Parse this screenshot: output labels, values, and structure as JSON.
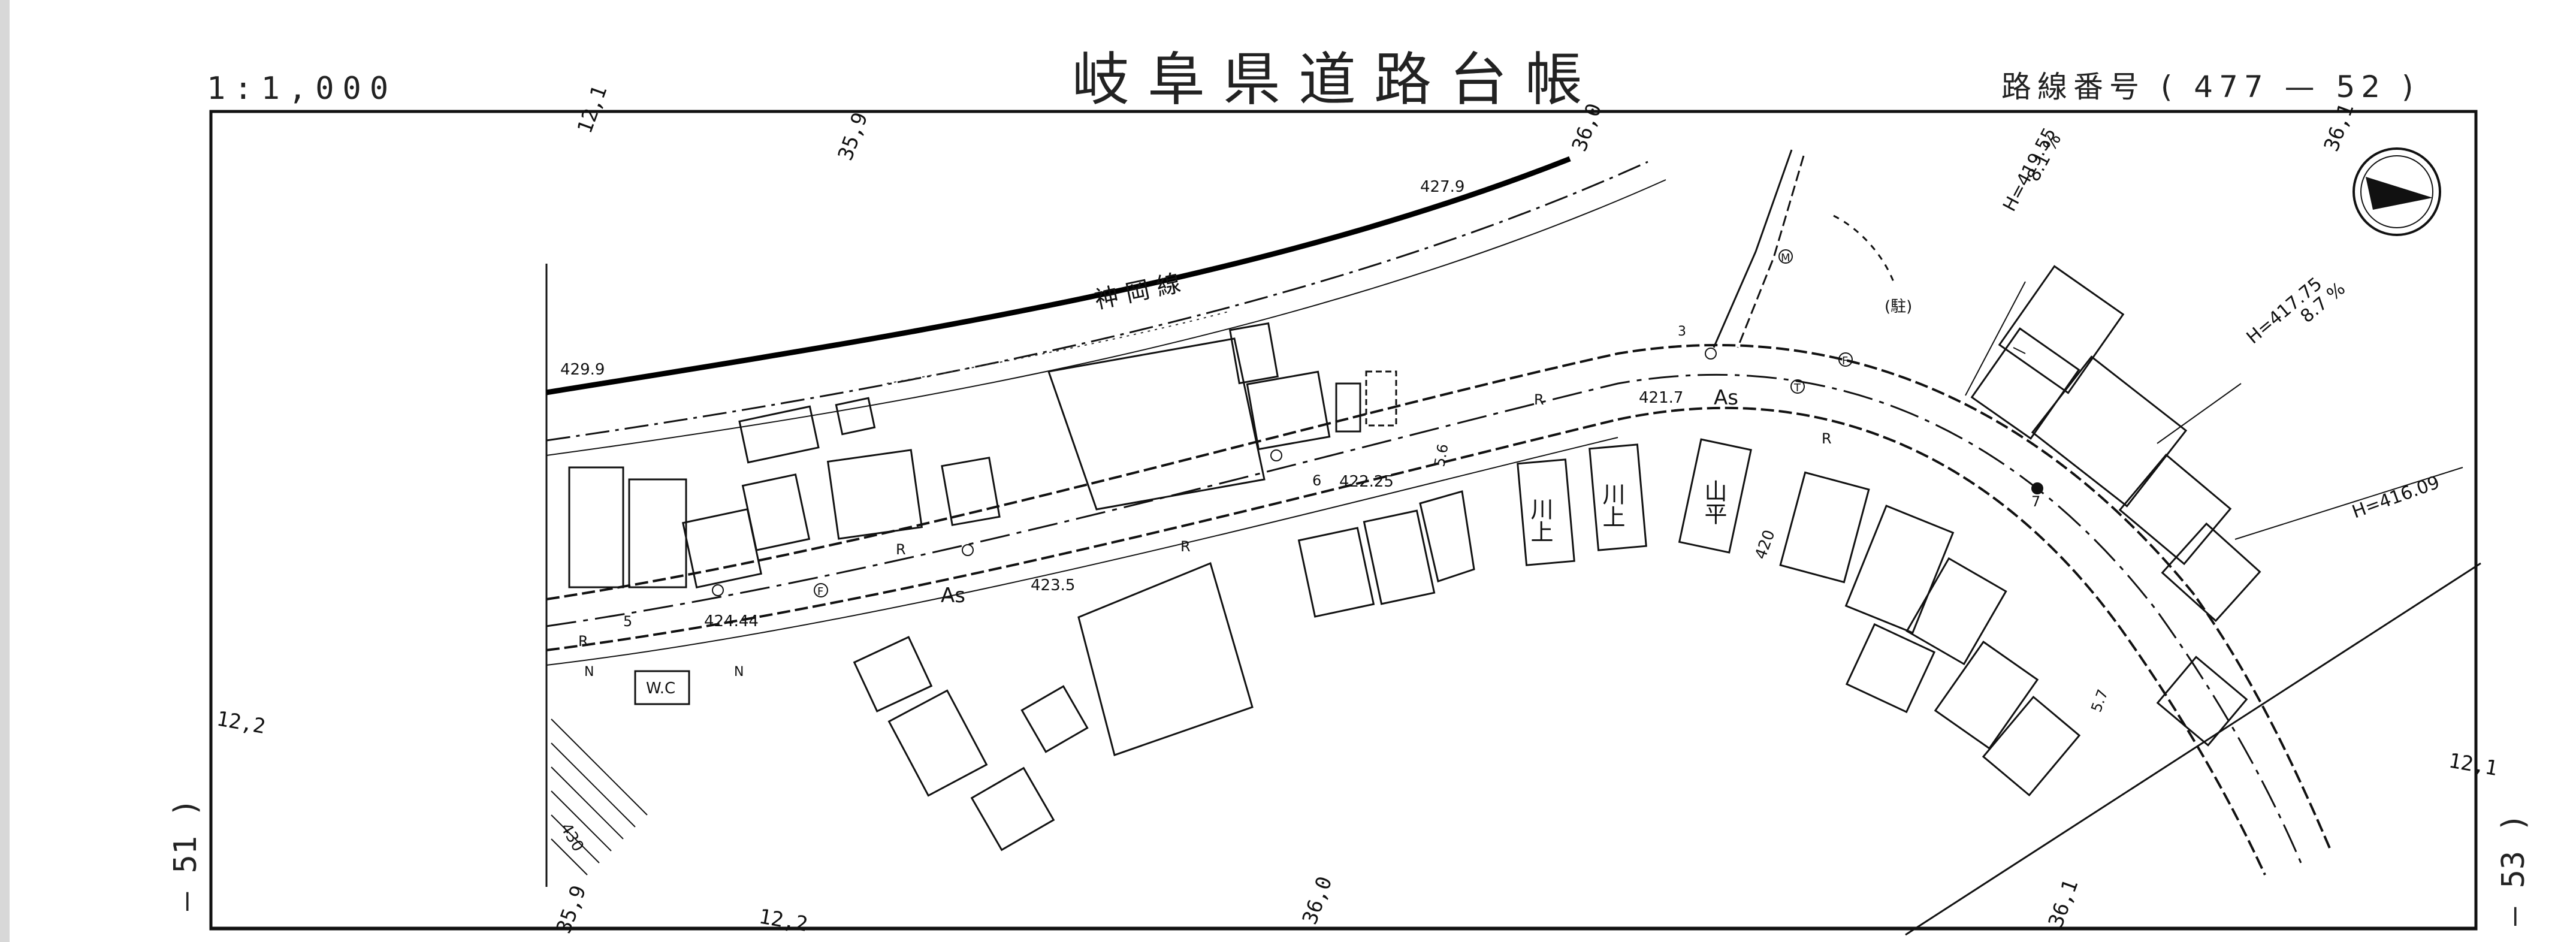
{
  "header": {
    "title": "岐阜県道路台帳",
    "scale": "1:1,000",
    "route_label": "路線番号",
    "route_number": "( 477 — 52 )"
  },
  "adjacent_sheets": {
    "left": "— 51 )",
    "right": "— 53 )"
  },
  "map": {
    "railway_label": "神 岡 線",
    "grid_ticks_top": [
      "12,1",
      "35,9",
      "36,0",
      "36,1"
    ],
    "grid_ticks_bottom": [
      "35,9",
      "12,2",
      "36,0",
      "36,1"
    ],
    "grid_ticks_side": [
      "12,2",
      "12,1"
    ],
    "elevations": [
      "427.9",
      "429.9",
      "421.7",
      "422.25",
      "423.5",
      "424.44",
      "420",
      "430"
    ],
    "grades": [
      {
        "h": "H=419.55",
        "pct": "8.1 %"
      },
      {
        "h": "H=417.75",
        "pct": "8.7 %"
      },
      {
        "h": "H=416.09",
        "pct": ""
      }
    ],
    "surface_label": "As",
    "parking_label": "(駐)",
    "buildings": [
      "川上",
      "川上",
      "山平"
    ],
    "restroom_label": "W.C",
    "misc_marks": [
      "R",
      "N",
      "F",
      "T",
      "M",
      "5",
      "6",
      "7",
      "5.6",
      "5.7",
      "3"
    ]
  }
}
